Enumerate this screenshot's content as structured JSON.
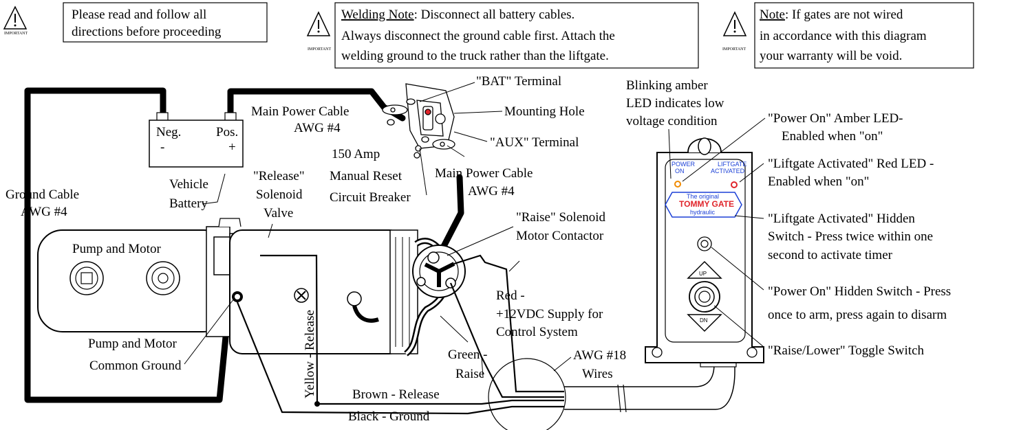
{
  "notes": {
    "read": [
      "Please read and follow all",
      "directions before proceeding"
    ],
    "welding_title": "Welding Note",
    "welding": [
      ":  Disconnect all battery cables.",
      "Always disconnect the ground cable first.  Attach the",
      "welding ground to the truck rather than the liftgate."
    ],
    "warranty_title": "Note",
    "warranty": [
      ":  If gates are not wired",
      "in accordance with this diagram",
      "your warranty will be void."
    ],
    "important": "IMPORTANT"
  },
  "battery": {
    "neg": "Neg.",
    "neg_sign": "-",
    "pos": "Pos.",
    "pos_sign": "+",
    "label": [
      "Vehicle",
      "Battery"
    ]
  },
  "labels": {
    "bat_terminal": "\"BAT\" Terminal",
    "mounting_hole": "Mounting Hole",
    "aux_terminal": "\"AUX\" Terminal",
    "main_power_1": [
      "Main Power Cable",
      "AWG #4"
    ],
    "main_power_2": [
      "Main Power Cable",
      "AWG #4"
    ],
    "breaker": [
      "150 Amp",
      "Manual Reset",
      "Circuit Breaker"
    ],
    "ground_cable": [
      "Ground Cable",
      "AWG #4"
    ],
    "release_valve": [
      "\"Release\"",
      "Solenoid",
      "Valve"
    ],
    "pump_motor": "Pump and Motor",
    "raise_contactor": [
      "\"Raise\" Solenoid",
      "Motor Contactor"
    ],
    "common_ground": [
      "Pump and Motor",
      "Common Ground"
    ],
    "yellow": "Yellow - Release",
    "green": [
      "Green -",
      "Raise"
    ],
    "red": [
      "Red -",
      "+12VDC Supply for",
      "Control System"
    ],
    "awg18": [
      "AWG #18",
      "Wires"
    ],
    "brown": "Brown - Release",
    "black": "Black - Ground",
    "blinking": [
      "Blinking amber",
      "LED indicates low",
      "voltage condition"
    ],
    "power_on_led": [
      "\"Power On\" Amber LED-",
      "Enabled when \"on\""
    ],
    "liftgate_led": [
      "\"Liftgate Activated\" Red LED -",
      "Enabled when \"on\""
    ],
    "hidden_switch": [
      "\"Liftgate Activated\" Hidden",
      "Switch - Press twice within one",
      "second to activate timer"
    ],
    "power_hidden": [
      "\"Power On\" Hidden Switch - Press",
      "once to arm, press again to disarm"
    ],
    "toggle": "\"Raise/Lower\" Toggle Switch"
  },
  "control_box": {
    "power_led": [
      "POWER",
      "ON"
    ],
    "liftgate_led": [
      "LIFTGATE",
      "ACTIVATED"
    ],
    "logo": [
      "The original",
      "TOMMY GATE",
      "hydraulic"
    ],
    "up": "UP",
    "dn": "DN"
  },
  "colors": {
    "amber_led": "#f08a00",
    "red_led": "#e0242a",
    "logo_blue": "#1a3fd6"
  }
}
